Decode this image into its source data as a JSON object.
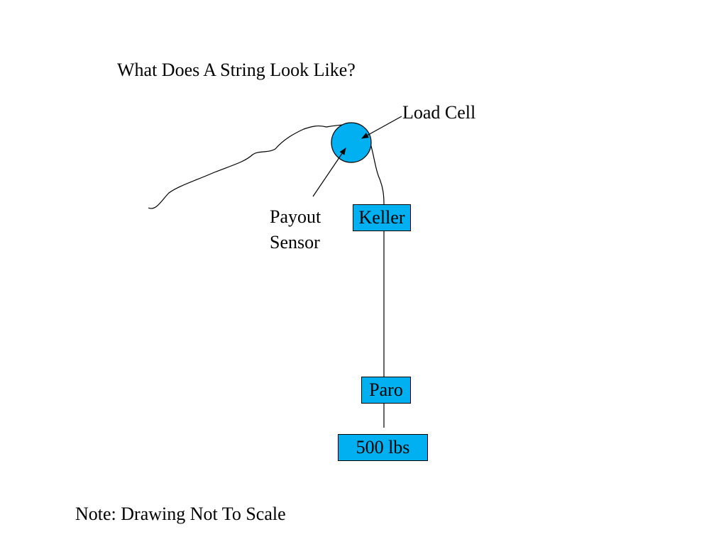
{
  "title": "What Does A String Look Like?",
  "labels": {
    "load_cell": "Load Cell",
    "payout_line1": "Payout",
    "payout_line2": "Sensor"
  },
  "components": {
    "keller": "Keller",
    "paro": "Paro",
    "weight": "500 lbs"
  },
  "note": "Note: Drawing Not To Scale",
  "colors": {
    "component_fill": "#00b0f0",
    "outline": "#000000"
  }
}
